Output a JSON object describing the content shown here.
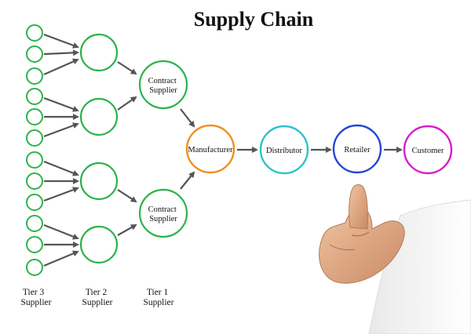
{
  "title": "Supply Chain",
  "nodes": {
    "contract_supplier_top": [
      "Contract",
      "Supplier"
    ],
    "contract_supplier_bottom": [
      "Contract",
      "Supplier"
    ],
    "manufacturer": "Manufacturer",
    "distributor": "Distributor",
    "retailer": "Retailer",
    "customer": "Customer"
  },
  "tier_labels": {
    "tier3": [
      "Tier 3",
      "Supplier"
    ],
    "tier2": [
      "Tier 2",
      "Supplier"
    ],
    "tier1": [
      "Tier 1",
      "Supplier"
    ]
  },
  "colors": {
    "supplier_circles": "#2db34a",
    "manufacturer": "#f0901e",
    "distributor": "#2fc1c9",
    "retailer": "#2347d6",
    "customer": "#d61ed0",
    "arrows": "#555555"
  },
  "image": {
    "hand": "pointing-hand-photo"
  }
}
